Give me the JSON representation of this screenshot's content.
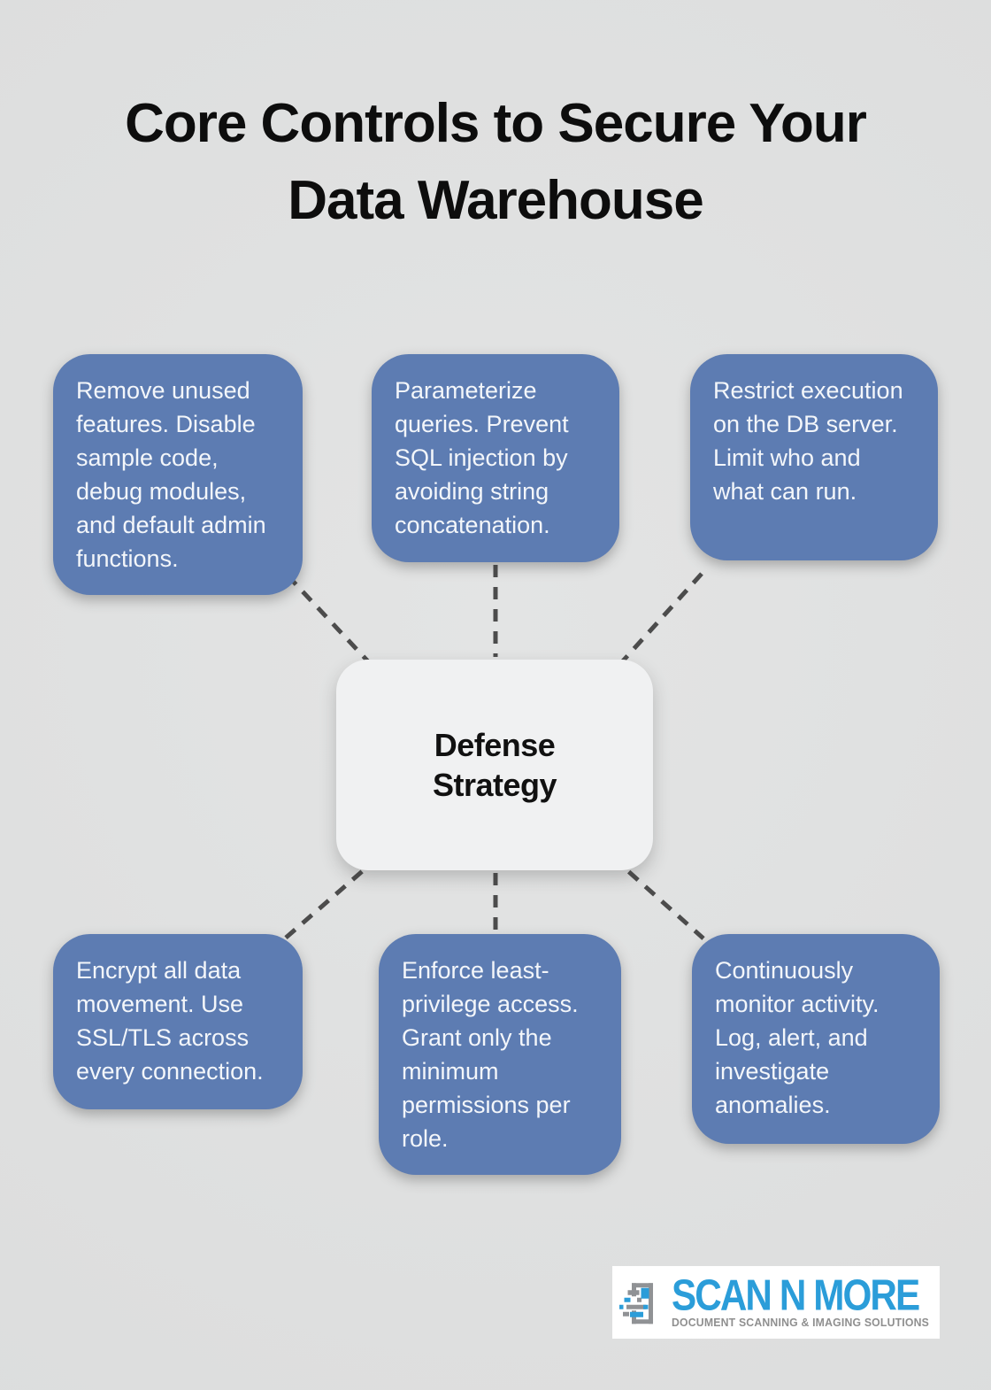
{
  "title": "Core Controls to Secure Your\nData Warehouse",
  "center": {
    "label": "Defense\nStrategy"
  },
  "boxes": [
    {
      "id": "top-left",
      "text": "Remove unused features. Disable sample code, debug modules, and default admin functions."
    },
    {
      "id": "top-middle",
      "text": "Parameterize queries. Prevent SQL injection by avoiding string concatenation."
    },
    {
      "id": "top-right",
      "text": "Restrict execution on the DB server. Limit who and what can run."
    },
    {
      "id": "bottom-left",
      "text": "Encrypt all data movement. Use SSL/TLS across every connection."
    },
    {
      "id": "bottom-middle",
      "text": "Enforce least-privilege access. Grant only the minimum permissions per role."
    },
    {
      "id": "bottom-right",
      "text": "Continuously monitor activity. Log, alert, and investigate anomalies."
    }
  ],
  "logo": {
    "name": "SCAN N MORE",
    "tagline": "DOCUMENT SCANNING & IMAGING SOLUTIONS"
  },
  "colors": {
    "background": "#dcdddd",
    "node_blue": "#5d7cb2",
    "node_text": "#f3f6fa",
    "center_bg": "#f0f1f2",
    "dash_line": "#4c4c4c",
    "title_text": "#0d0d0d",
    "logo_blue": "#2b9dd9",
    "logo_gray": "#8f8f8f"
  }
}
